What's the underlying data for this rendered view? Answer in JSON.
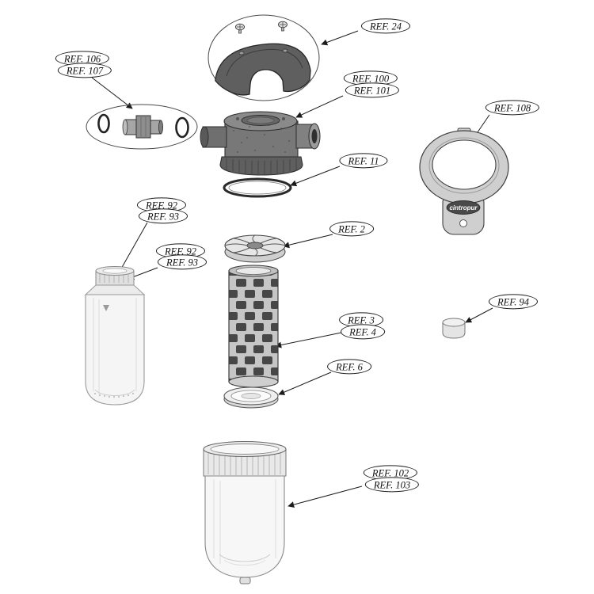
{
  "diagram": {
    "labels": {
      "ref24": "REF. 24",
      "ref106": "REF. 106",
      "ref107": "REF. 107",
      "ref100": "REF. 100",
      "ref101": "REF. 101",
      "ref108": "REF. 108",
      "ref11": "REF. 11",
      "ref92a": "REF. 92",
      "ref93a": "REF. 93",
      "ref92b": "REF. 92",
      "ref93b": "REF. 93",
      "ref2": "REF. 2",
      "ref3": "REF. 3",
      "ref4": "REF. 4",
      "ref94": "REF. 94",
      "ref6": "REF. 6",
      "ref102": "REF. 102",
      "ref103": "REF. 103"
    },
    "wrench_brand": "cintropur",
    "parts": [
      {
        "ref": "24",
        "name": "mounting-bracket-with-screws"
      },
      {
        "ref": "106/107",
        "name": "connector-fitting-with-o-rings"
      },
      {
        "ref": "100/101",
        "name": "filter-head"
      },
      {
        "ref": "11",
        "name": "head-o-ring-seal"
      },
      {
        "ref": "108",
        "name": "bowl-wrench"
      },
      {
        "ref": "92/93",
        "name": "small-filter-bowl"
      },
      {
        "ref": "2",
        "name": "cartridge-top-cap"
      },
      {
        "ref": "3/4",
        "name": "filter-screen-cartridge"
      },
      {
        "ref": "94",
        "name": "small-cap"
      },
      {
        "ref": "6",
        "name": "cartridge-bottom-disc"
      },
      {
        "ref": "102/103",
        "name": "large-filter-bowl"
      }
    ],
    "colors": {
      "background": "#ffffff",
      "line": "#2a2a2a",
      "dark_part": "#5f5f5f",
      "light_part": "#ededed",
      "brand_badge": "#4a4a4a"
    }
  }
}
